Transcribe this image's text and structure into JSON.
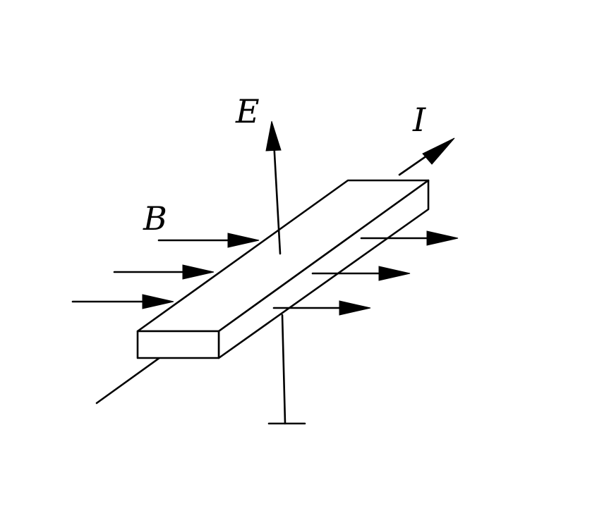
{
  "labels": {
    "electric_field": "E",
    "current": "I",
    "magnetic_field": "B"
  },
  "colors": {
    "ink": "#000000",
    "background": "#ffffff"
  }
}
